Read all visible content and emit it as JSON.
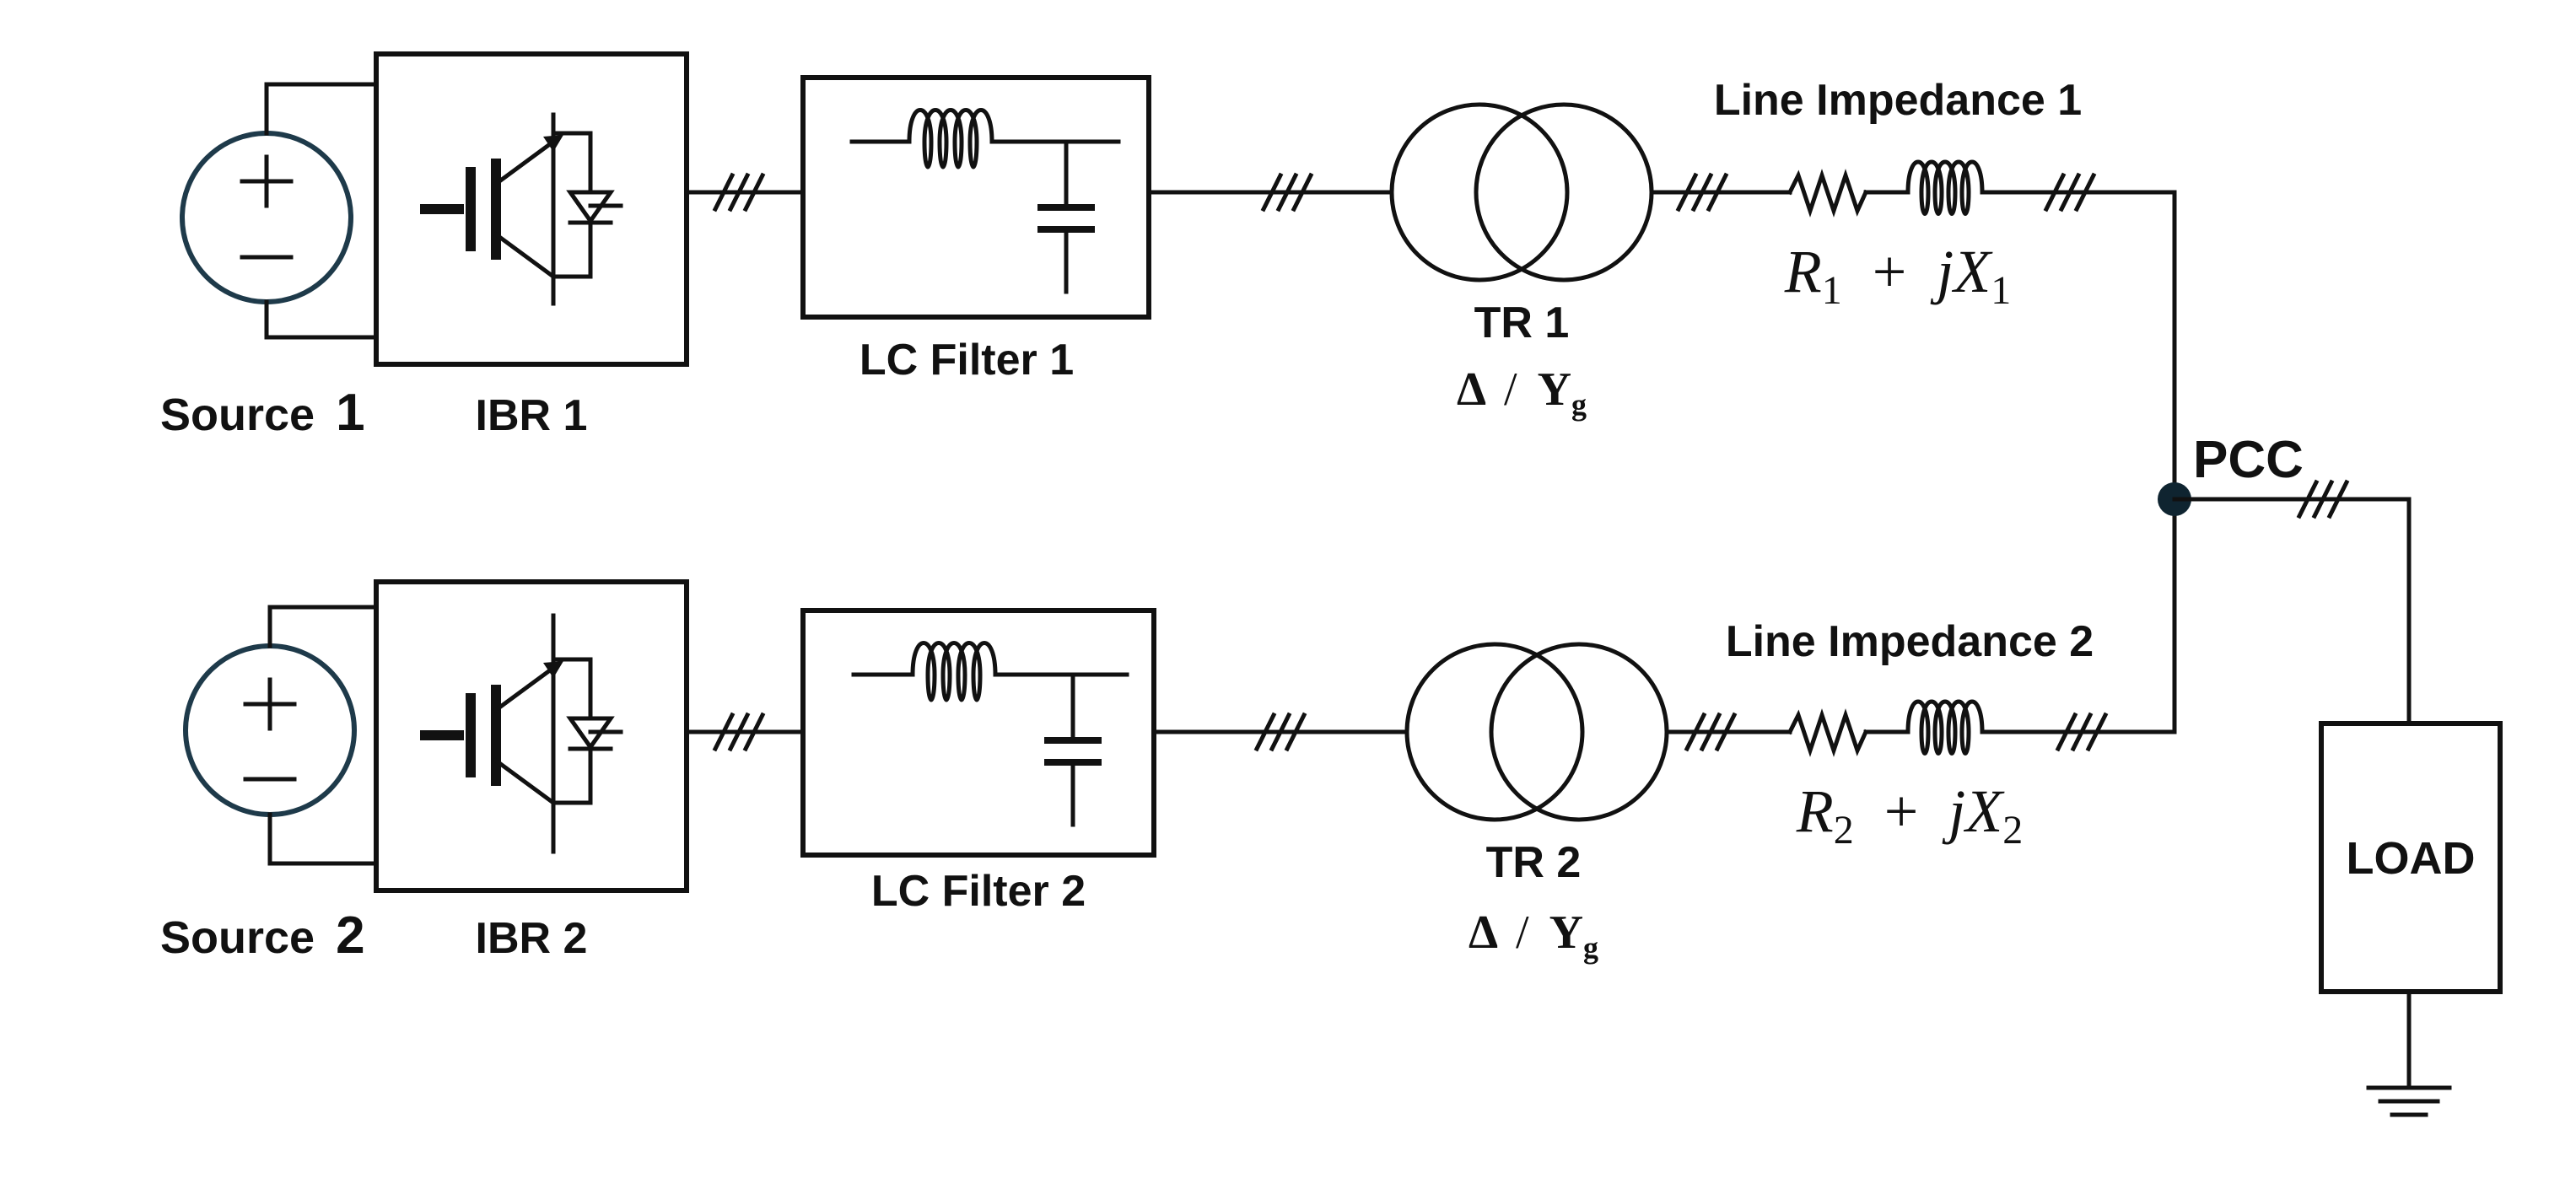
{
  "title": "",
  "branches": [
    {
      "source_label": "Source",
      "source_number": "1",
      "ibr_label": "IBR 1",
      "filter_label": "LC Filter  1",
      "transformer_label": "TR 1",
      "transformer_delta": "Δ",
      "transformer_slash": "/",
      "transformer_y": "Y",
      "transformer_y_sub": "g",
      "line_label": "Line Impedance 1",
      "impedance_r": "R",
      "impedance_r_sub": "1",
      "impedance_plus": "+",
      "impedance_jx": "jX",
      "impedance_x_sub": "1"
    },
    {
      "source_label": "Source",
      "source_number": "2",
      "ibr_label": "IBR 2",
      "filter_label": "LC Filter 2",
      "transformer_label": "TR 2",
      "transformer_delta": "Δ",
      "transformer_slash": "/",
      "transformer_y": "Y",
      "transformer_y_sub": "g",
      "line_label": "Line Impedance 2",
      "impedance_r": "R",
      "impedance_r_sub": "2",
      "impedance_plus": "+",
      "impedance_jx": "jX",
      "impedance_x_sub": "2"
    }
  ],
  "pcc_label": "PCC",
  "load_label": "LOAD",
  "colors": {
    "line": "#111111",
    "source_outline": "#1e3a4a",
    "pcc_node": "#0f2430",
    "background": "#ffffff"
  },
  "icons": [
    "voltage-source-icon",
    "igbt-icon",
    "inductor-icon",
    "capacitor-icon",
    "resistor-icon",
    "transformer-icon",
    "three-phase-marker-icon",
    "ground-icon"
  ]
}
